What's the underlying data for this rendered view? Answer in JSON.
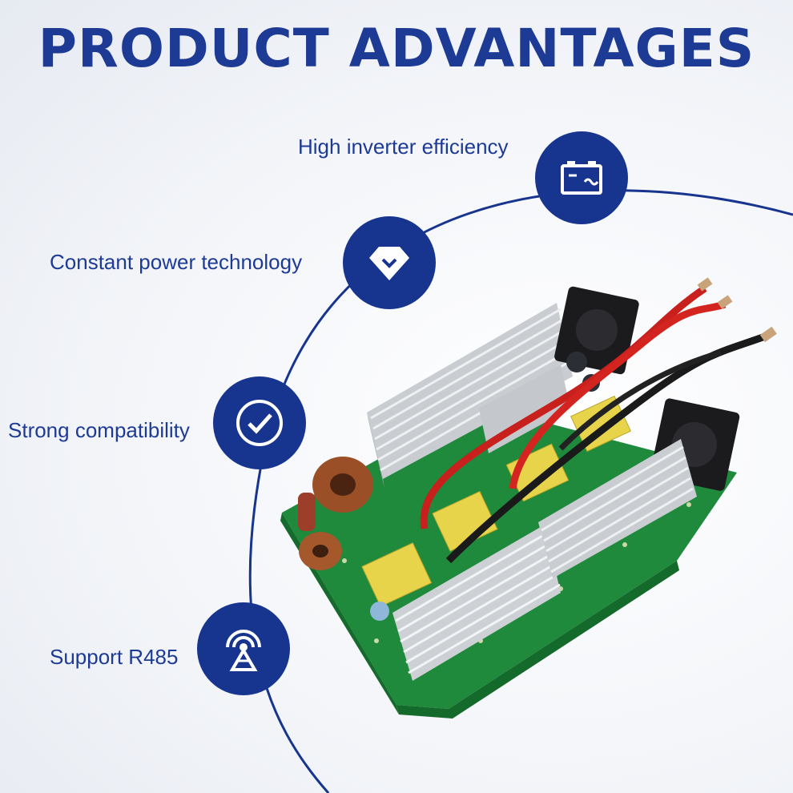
{
  "title": "PRODUCT ADVANTAGES",
  "colors": {
    "brand_blue": "#17358f",
    "title_blue": "#1d3b95"
  },
  "features": [
    {
      "label": "High inverter efficiency",
      "icon": "battery-icon"
    },
    {
      "label": "Constant power technology",
      "icon": "diamond-icon"
    },
    {
      "label": "Strong compatibility",
      "icon": "check-circle-icon"
    },
    {
      "label": "Support R485",
      "icon": "antenna-icon"
    }
  ]
}
